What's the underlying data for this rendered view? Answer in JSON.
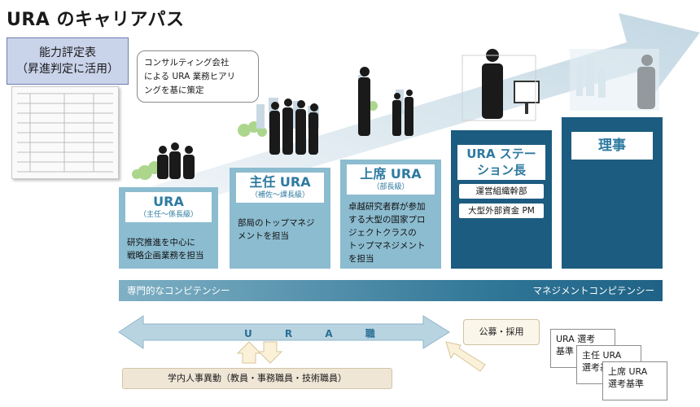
{
  "title": "URA のキャリアパス",
  "evaluation": {
    "line1": "能力評定表",
    "line2": "（昇進判定に活用）"
  },
  "callout": {
    "line1": "コンサルティング会社",
    "line2": "による URA 業務ヒアリ",
    "line3": "ングを基に策定"
  },
  "levels": {
    "ura": {
      "title": "URA",
      "sub": "（主任〜係長級）",
      "desc1": "研究推進を中心に",
      "desc2": "戦略企画業務を担当"
    },
    "chief": {
      "title": "主任 URA",
      "sub": "（補佐〜課長級）",
      "desc1": "部局のトップマネジ",
      "desc2": "メントを担当"
    },
    "senior": {
      "title": "上席 URA",
      "sub": "（部長級）",
      "desc1": "卓越研究者群が参加",
      "desc2": "する大型の国家プロ",
      "desc3": "ジェクトクラスの",
      "desc4": "トップマネジメント",
      "desc5": "を担当"
    },
    "station": {
      "title1": "URA ステー",
      "title2": "ション長",
      "pill1": "運営組織幹部",
      "pill2": "大型外部資金 PM"
    },
    "director": {
      "title": "理事"
    }
  },
  "competency": {
    "left": "専門的なコンピテンシー",
    "right": "マネジメントコンピテンシー"
  },
  "ura_job": "U R A 職",
  "internal_transfer": "学内人事異動（教員・事務職員・技術職員）",
  "recruitment": "公募・採用",
  "criteria": {
    "ura": {
      "line1": "URA 選考",
      "line2": "基準"
    },
    "chief": {
      "line1": "主任 URA",
      "line2": "選考基準"
    },
    "senior": {
      "line1": "上席 URA",
      "line2": "選考基準"
    }
  },
  "colors": {
    "teal_light": "#8cbcd0",
    "teal_mid": "#5a9bb6",
    "teal_dark": "#1c5c80",
    "accent_text": "#2e7aa0"
  }
}
